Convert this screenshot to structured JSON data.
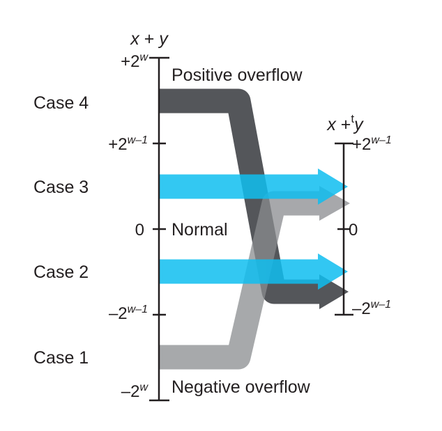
{
  "colors": {
    "dark_gray": "#54565A",
    "light_gray": "#8A8C8F",
    "cyan": "#0FBEF0",
    "axis_black": "#231F20",
    "text_black": "#231F20",
    "background": "#FFFFFF"
  },
  "left_axis": {
    "title": {
      "var1": "x",
      "op": " + ",
      "var2": "y"
    },
    "ticks": [
      {
        "main": "+2",
        "sup": "w"
      },
      {
        "main": "+2",
        "sup": "w–1"
      },
      {
        "main": "0"
      },
      {
        "main": "–2",
        "sup": "w–1"
      },
      {
        "main": "–2",
        "sup": "w"
      }
    ]
  },
  "right_axis": {
    "title": {
      "var1": "x",
      "op": " +",
      "sup": "t",
      "var2": "y"
    },
    "ticks": [
      {
        "main": "+2",
        "sup": "w–1"
      },
      {
        "main": "0"
      },
      {
        "main": "–2",
        "sup": "w–1"
      }
    ]
  },
  "cases": [
    {
      "label": "Case 4"
    },
    {
      "label": "Case 3"
    },
    {
      "label": "Case 2"
    },
    {
      "label": "Case 1"
    }
  ],
  "regions": {
    "positive": "Positive overflow",
    "normal": "Normal",
    "negative": "Negative overflow"
  }
}
